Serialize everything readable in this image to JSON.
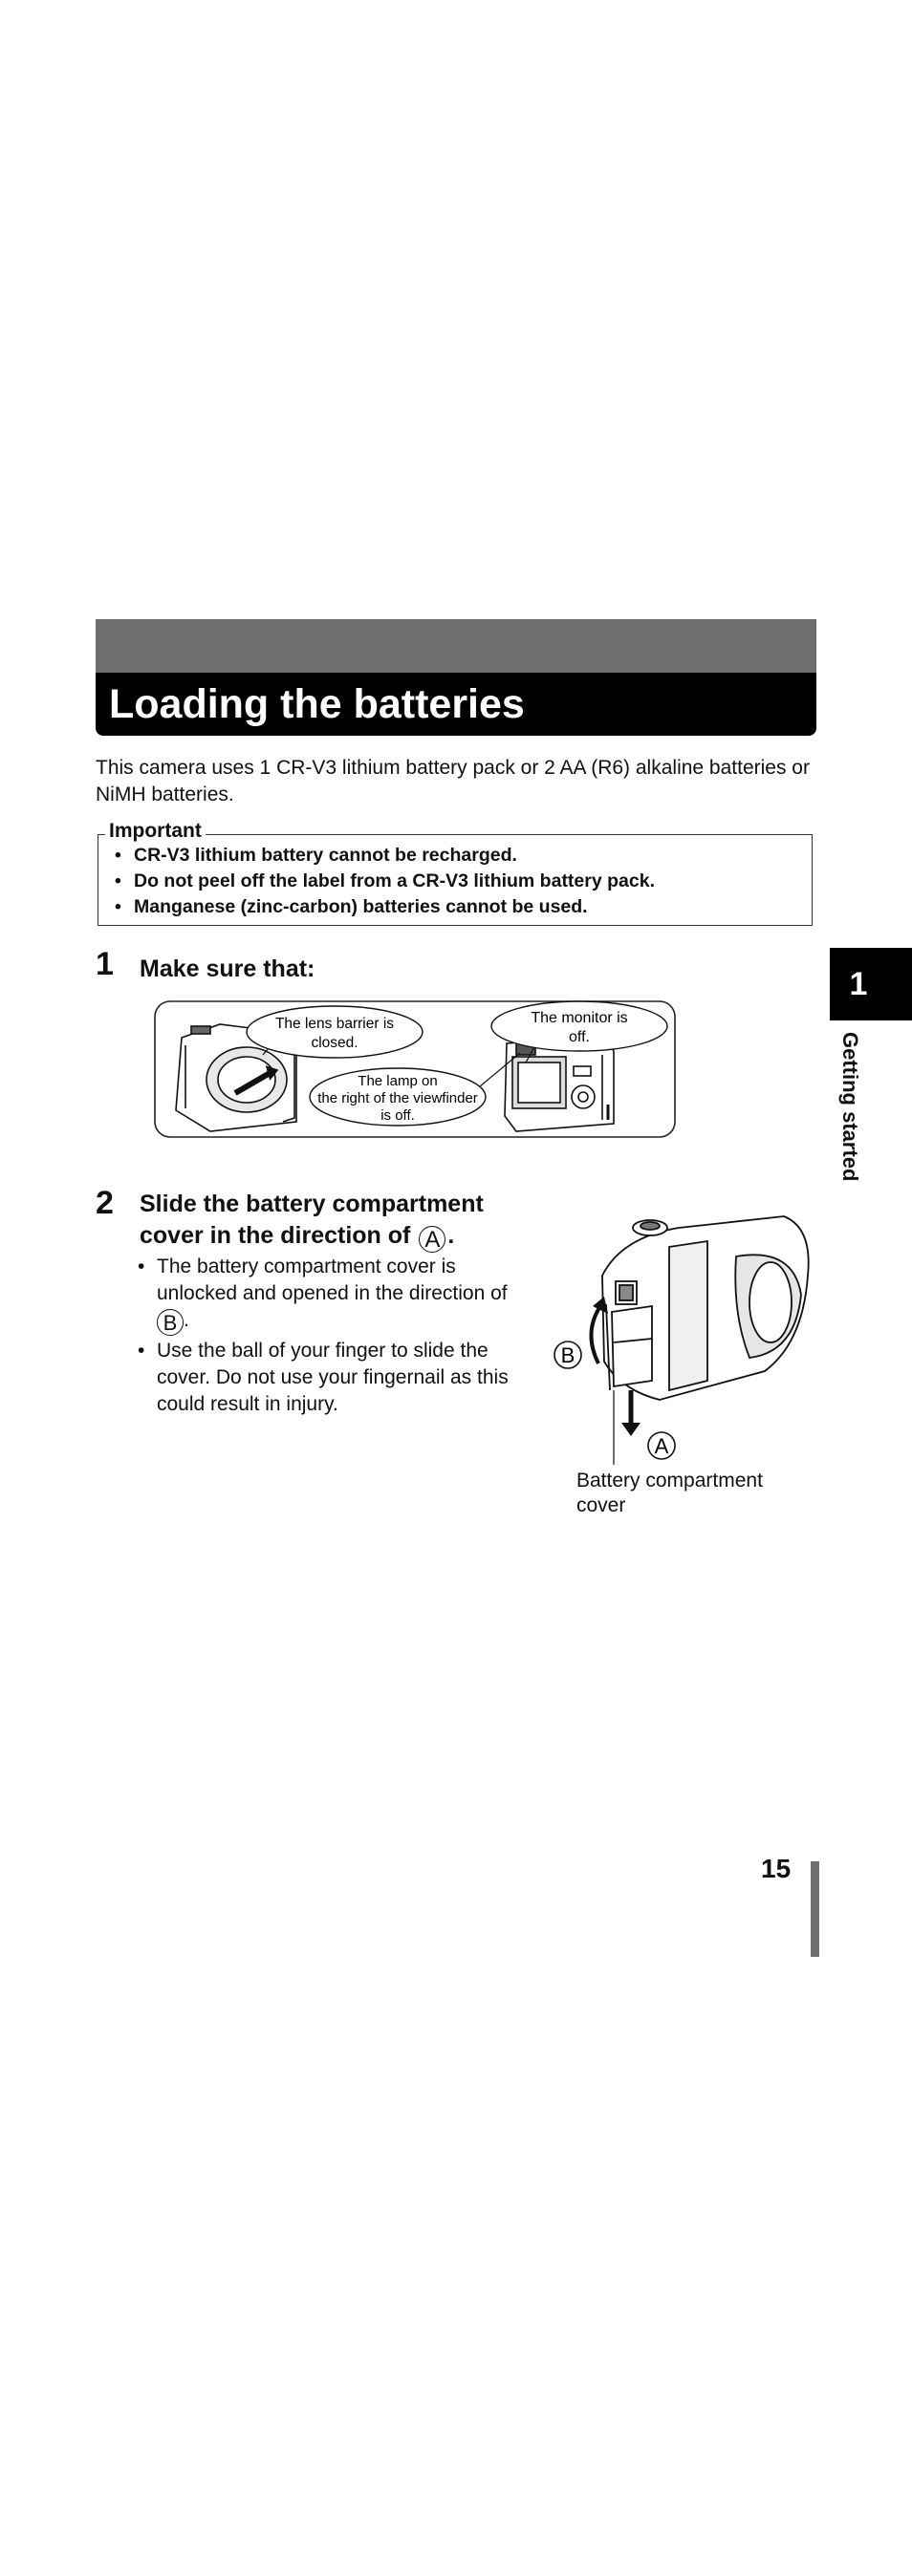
{
  "title": "Loading the batteries",
  "intro": "This camera uses 1 CR-V3 lithium battery pack or 2 AA (R6) alkaline batteries or NiMH batteries.",
  "important": {
    "label": "Important",
    "items": [
      "CR-V3 lithium battery cannot be recharged.",
      "Do not peel off the label from a CR-V3 lithium battery pack.",
      "Manganese (zinc-carbon) batteries cannot be used."
    ]
  },
  "chapter": {
    "number": "1",
    "label": "Getting started"
  },
  "step1": {
    "number": "1",
    "title": "Make sure that:",
    "callouts": {
      "lens_line1": "The lens barrier is",
      "lens_line2": "closed.",
      "lamp_line1": "The lamp on",
      "lamp_line2": "the right of the viewfinder",
      "lamp_line3": "is off.",
      "monitor_line1": "The monitor is",
      "monitor_line2": "off."
    }
  },
  "step2": {
    "number": "2",
    "title": "Slide the battery compartment cover in the direction of",
    "title_marker": "A",
    "title_end": ".",
    "bullets": {
      "b1_text": "The battery compartment cover is unlocked and opened in the direction of",
      "b1_marker": "B",
      "b1_end": ".",
      "b2_text": "Use the ball of your finger to slide the cover. Do not use your fingernail as this could result in injury."
    },
    "figure": {
      "label_a": "A",
      "label_b": "B",
      "caption": "Battery compartment cover"
    }
  },
  "page_number": "15"
}
